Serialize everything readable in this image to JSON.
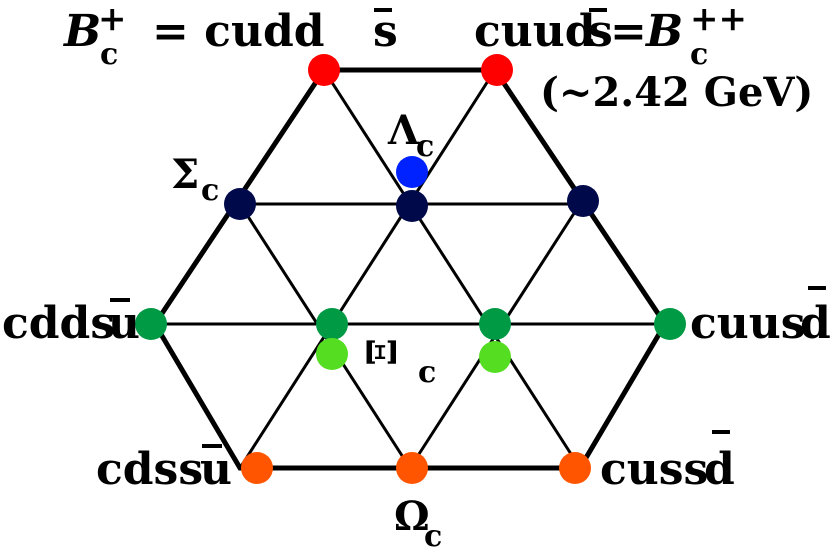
{
  "labels": {
    "top_left": {
      "italic": "B",
      "sup": "+",
      "sub": "c",
      "rest": "= cudd",
      "bar": "s"
    },
    "top_right": {
      "pre": "cuud",
      "bar": "s",
      "eq": "=",
      "italic": "B",
      "sup": "++",
      "sub": "c"
    },
    "mass": "(~2.42 GeV)",
    "lambda": {
      "sym": "Λ",
      "sub": "c"
    },
    "sigma": {
      "sym": "Σ",
      "sub": "c"
    },
    "xi": {
      "sym": "Ξ",
      "sub": "c"
    },
    "omega": {
      "sym": "Ω",
      "sub": "c"
    },
    "left_mid": {
      "pre": "cdds",
      "bar": "u"
    },
    "right_mid": {
      "pre": "cuus",
      "bar": "d"
    },
    "bottom_left": {
      "pre": "cdss",
      "bar": "u"
    },
    "bottom_right": {
      "pre": "cuss",
      "bar": "d"
    }
  },
  "colors": {
    "red": "#ff0000",
    "blue": "#0022ff",
    "navy": "#000a4a",
    "green": "#009944",
    "light_green": "#55dd22",
    "orange": "#ff5500",
    "line": "#000000"
  }
}
